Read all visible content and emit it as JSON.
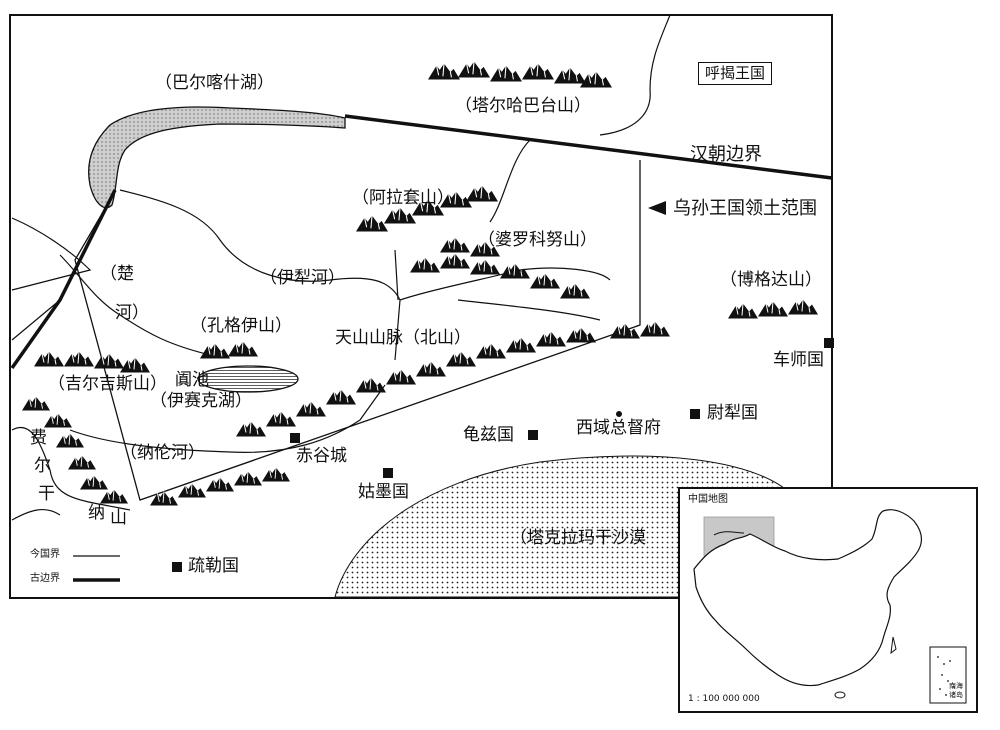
{
  "map": {
    "lakes": {
      "balkhash": "（巴尔喀什湖）",
      "issyk_kul_line1": "阗池",
      "issyk_kul_line2": "（伊赛克湖）"
    },
    "mountains": {
      "tarbagatai": "（塔尔哈巴台山）",
      "alatau": "（阿拉套山）",
      "borohoro": "（婆罗科努山）",
      "bogda": "（博格达山）",
      "kungei": "（孔格伊山）",
      "kyrgyz": "（吉尔吉斯山）",
      "tianshan": "天山山脉（北山）",
      "fergana_1": "费",
      "fergana_2": "尔",
      "fergana_3": "干",
      "fergana_4": "纳",
      "fergana_5": "山"
    },
    "rivers": {
      "ili": "（伊犁河）",
      "chu_1": "（楚",
      "chu_2": "河）",
      "naryn": "（纳伦河）"
    },
    "desert": "（塔克拉玛干沙漠",
    "regions": {
      "huhan": "呼揭王国",
      "han_border": "汉朝边界",
      "wusun": "乌孙王国领土范围"
    },
    "cities": {
      "jushi": "车师国",
      "yuli": "尉犁国",
      "protectorate": "西域总督府",
      "qiuci": "龟兹国",
      "chigu": "赤谷城",
      "gumo": "姑墨国",
      "shule": "疏勒国"
    },
    "legend": {
      "modern": "今国界",
      "ancient": "古边界"
    },
    "inset": {
      "title": "中国地图",
      "scale": "1 : 100 000 000",
      "corner_1": "南海",
      "corner_2": "诸岛"
    }
  }
}
